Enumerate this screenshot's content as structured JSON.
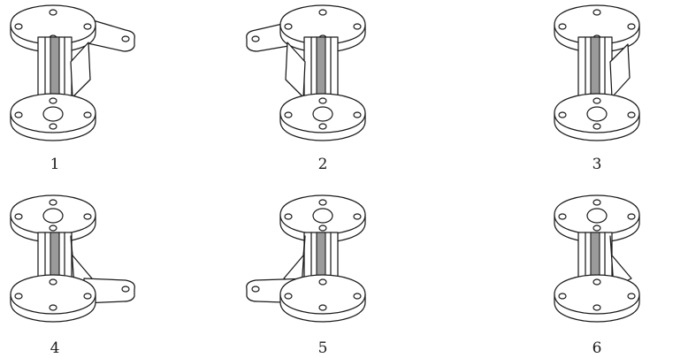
{
  "figures": [
    {
      "label": "1",
      "rib": "top-flange-right",
      "tab_at": "top"
    },
    {
      "label": "2",
      "rib": "top-flange-left",
      "tab_at": "top"
    },
    {
      "label": "3",
      "rib": "front-right",
      "tab_at": "none"
    },
    {
      "label": "4",
      "rib": "bottom-flange-right",
      "tab_at": "bottom"
    },
    {
      "label": "5",
      "rib": "bottom-flange-left",
      "tab_at": "bottom"
    },
    {
      "label": "6",
      "rib": "right-side",
      "tab_at": "none"
    }
  ]
}
